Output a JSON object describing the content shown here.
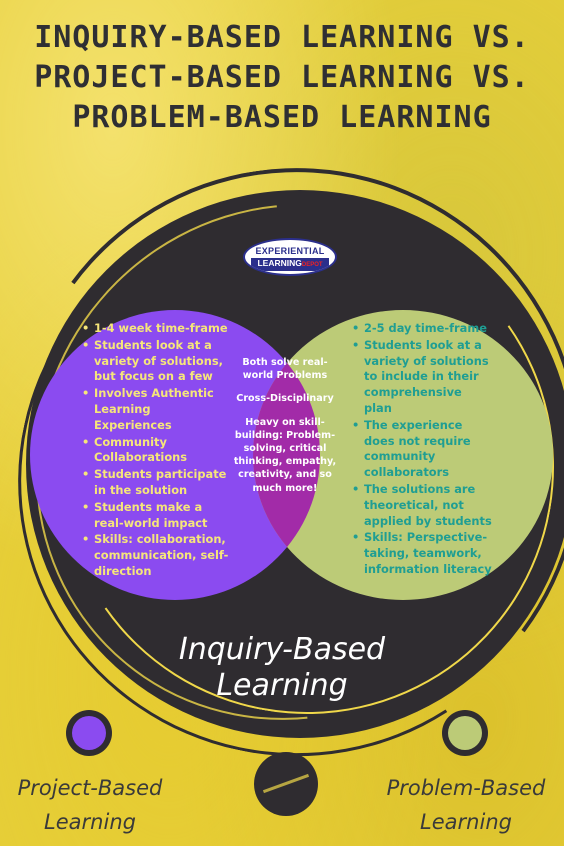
{
  "title": {
    "line1": "INQUIRY-BASED LEARNING VS.",
    "line2": "PROJECT-BASED LEARNING VS.",
    "line3": "PROBLEM-BASED LEARNING"
  },
  "logo": {
    "top": "EXPERIENTIAL",
    "bottom": "LEARNING",
    "suffix": "DEPOT"
  },
  "project_based": {
    "color": "#8b4bf0",
    "label": "Project-Based Learning",
    "items": [
      "1-4 week time-frame",
      "Students look at a variety of solutions, but focus on a few",
      "Involves Authentic Learning Experiences",
      "Community Collaborations",
      "Students participate in the solution",
      "Students make a real-world impact",
      "Skills: collaboration, communication, self-direction"
    ]
  },
  "problem_based": {
    "color": "#bccb77",
    "label": "Problem-Based Learning",
    "items": [
      "2-5 day time-frame",
      "Students look at a variety of solutions to include in their comprehensive plan",
      "The experience does not require community collaborators",
      "The solutions are theoretical, not applied by students",
      "Skills: Perspective-taking, teamwork, information literacy"
    ]
  },
  "shared": {
    "color": "#a22ba8",
    "p1": "Both solve real-world Problems",
    "p2": "Cross-Disciplinary",
    "p3": "Heavy on skill-building: Problem-solving, critical thinking, empathy, creativity, and so much more!"
  },
  "inquiry_based": {
    "color": "#2f2c30",
    "label": "Inquiry-Based Learning"
  }
}
